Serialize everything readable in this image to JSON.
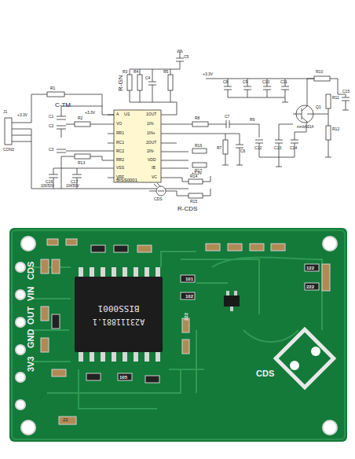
{
  "diagram": {
    "nodes": [
      {
        "text": [
          "U1",
          "BISS0001"
        ]
      },
      {
        "text": [
          "A23111881.1",
          "BISS0001"
        ]
      }
    ],
    "labels": [
      "R-GN",
      "C-TM",
      "R-CDS",
      "CDS",
      "+3.3V",
      "+3.3V",
      "+3.3V",
      "+3.3V",
      "A",
      "VO",
      "RR1",
      "RC1",
      "RC2",
      "RR2",
      "VSS",
      "VRF",
      "1OUT",
      "1IN-",
      "1IN+",
      "2OUT",
      "2IN-",
      "VDD",
      "IB",
      "VC",
      "R1",
      "R2",
      "R13",
      "C1",
      "C2",
      "C3",
      "C16",
      "C17",
      "106/50V",
      "104/50V",
      "R3",
      "R4",
      "C4",
      "R5",
      "C5",
      "R8",
      "C7",
      "R7",
      "C6",
      "C8",
      "C9",
      "C10",
      "C11",
      "C12",
      "C13",
      "C14",
      "C15",
      "R9",
      "R10",
      "R11",
      "R12",
      "Q1",
      "mmbt9014",
      "R14",
      "R15",
      "R16",
      "R17",
      "J1",
      "CON3",
      "CDS",
      "VIN",
      "OUT",
      "GND",
      "3V3",
      "CDS",
      "101",
      "102",
      "222",
      "122",
      "222",
      "105",
      "22"
    ]
  }
}
